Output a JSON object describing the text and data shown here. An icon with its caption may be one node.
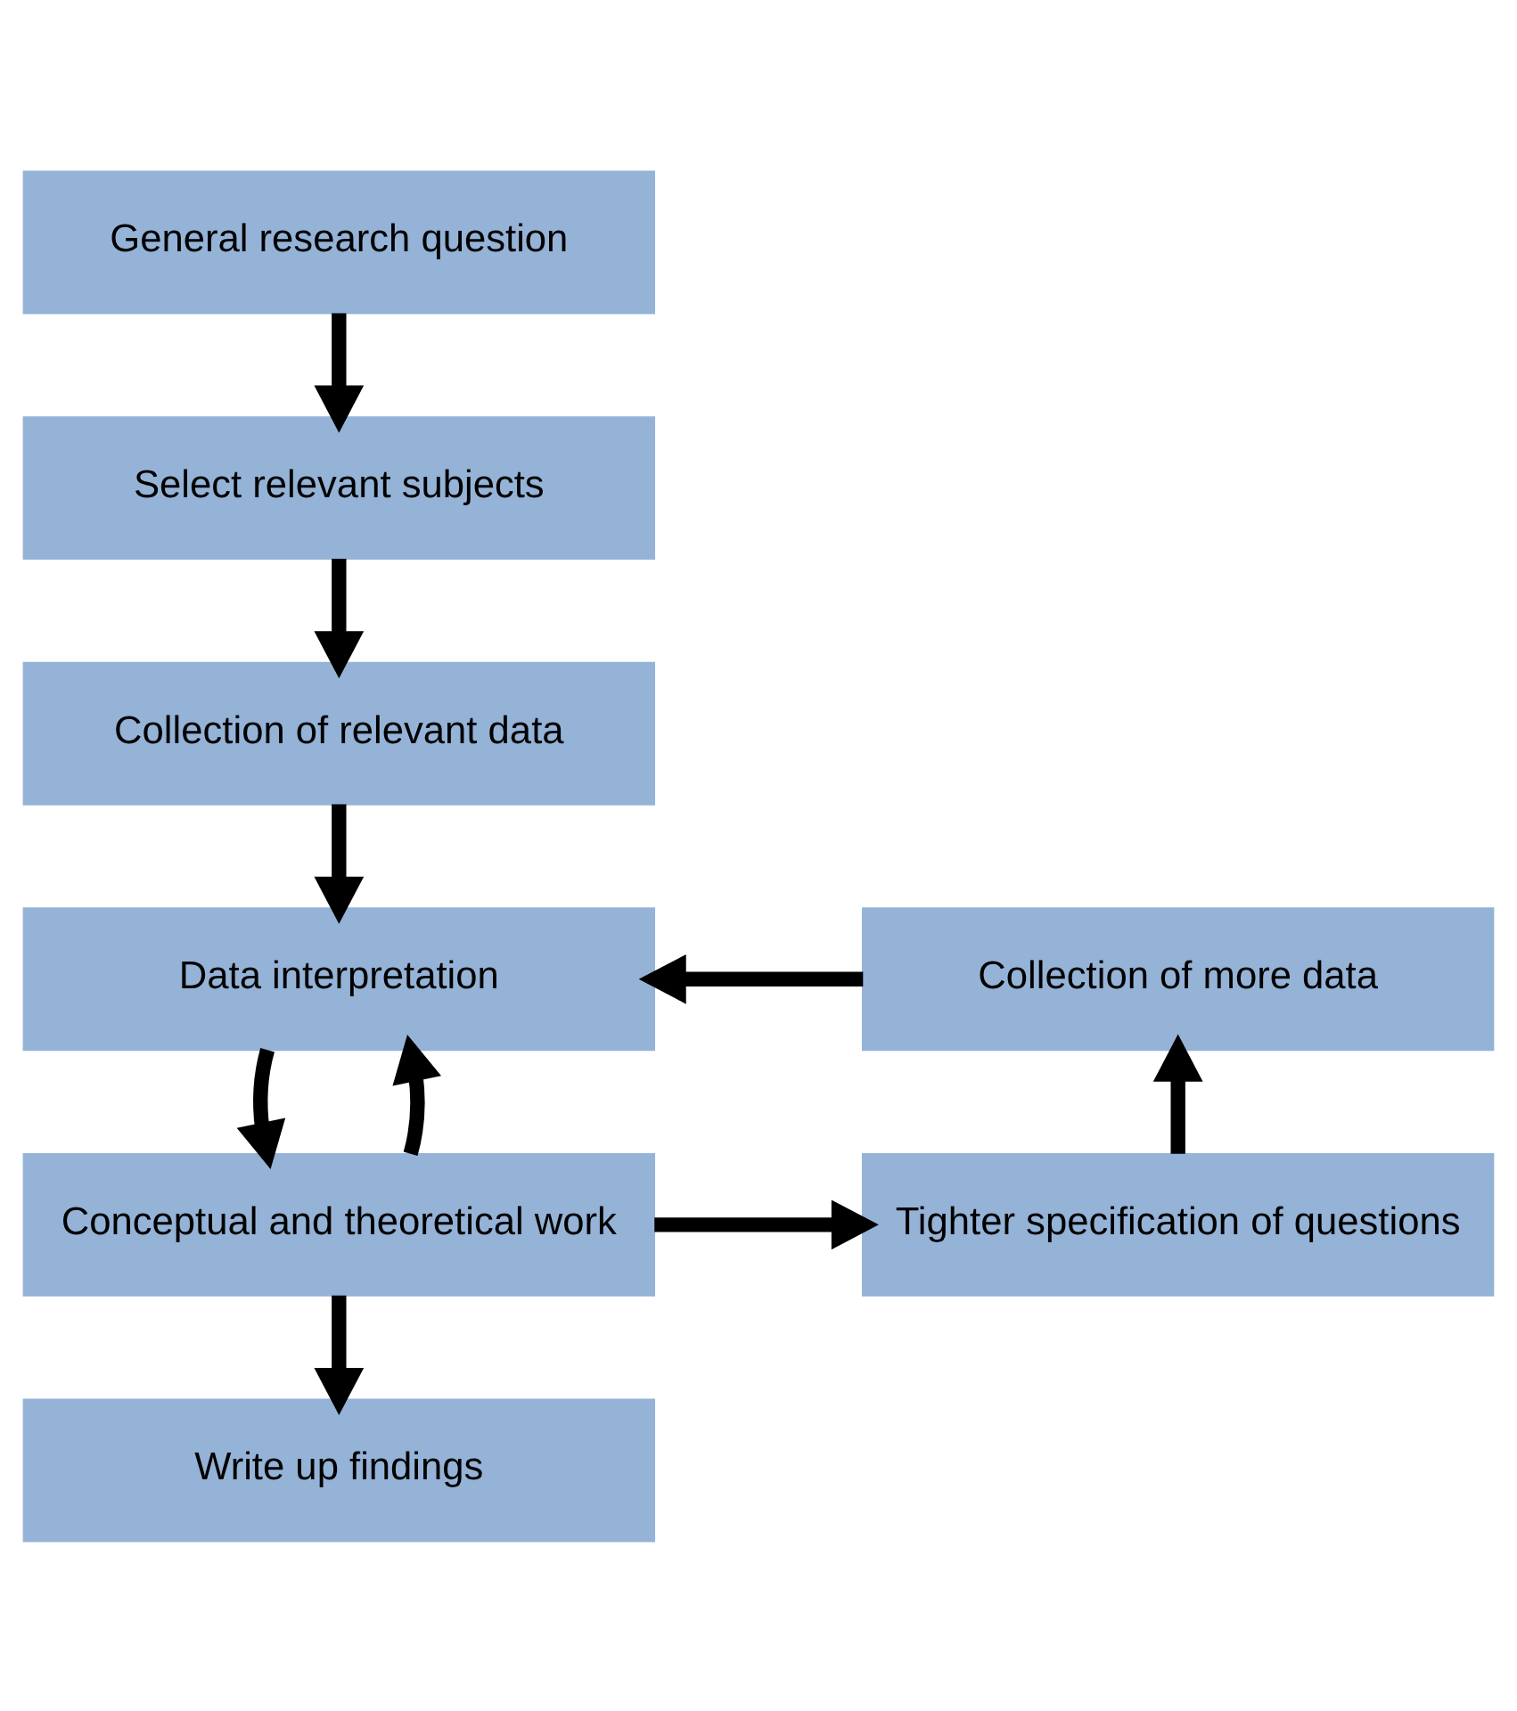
{
  "diagram": {
    "nodes": [
      {
        "text": [
          "General research question"
        ]
      },
      {
        "text": [
          "Select relevant subjects"
        ]
      },
      {
        "text": [
          "Collection of relevant data"
        ]
      },
      {
        "text": [
          "Data interpretation"
        ]
      },
      {
        "text": [
          "Collection of more data"
        ]
      },
      {
        "text": [
          "Conceptual and theoretical work"
        ]
      },
      {
        "text": [
          "Tighter specification of questions"
        ]
      },
      {
        "text": [
          "Write up findings"
        ]
      }
    ],
    "edges": [
      {
        "from": 0,
        "to": 1,
        "arrow": "to"
      },
      {
        "from": 1,
        "to": 2,
        "arrow": "to"
      },
      {
        "from": 2,
        "to": 3,
        "arrow": "to"
      },
      {
        "from": 4,
        "to": 3,
        "arrow": "to"
      },
      {
        "from": 5,
        "to": 3,
        "arrow": "to"
      },
      {
        "from": 3,
        "to": 5,
        "arrow": "to"
      },
      {
        "from": 5,
        "to": 6,
        "arrow": "to"
      },
      {
        "from": 6,
        "to": 4,
        "arrow": "to"
      },
      {
        "from": 5,
        "to": 7,
        "arrow": "to"
      }
    ]
  }
}
